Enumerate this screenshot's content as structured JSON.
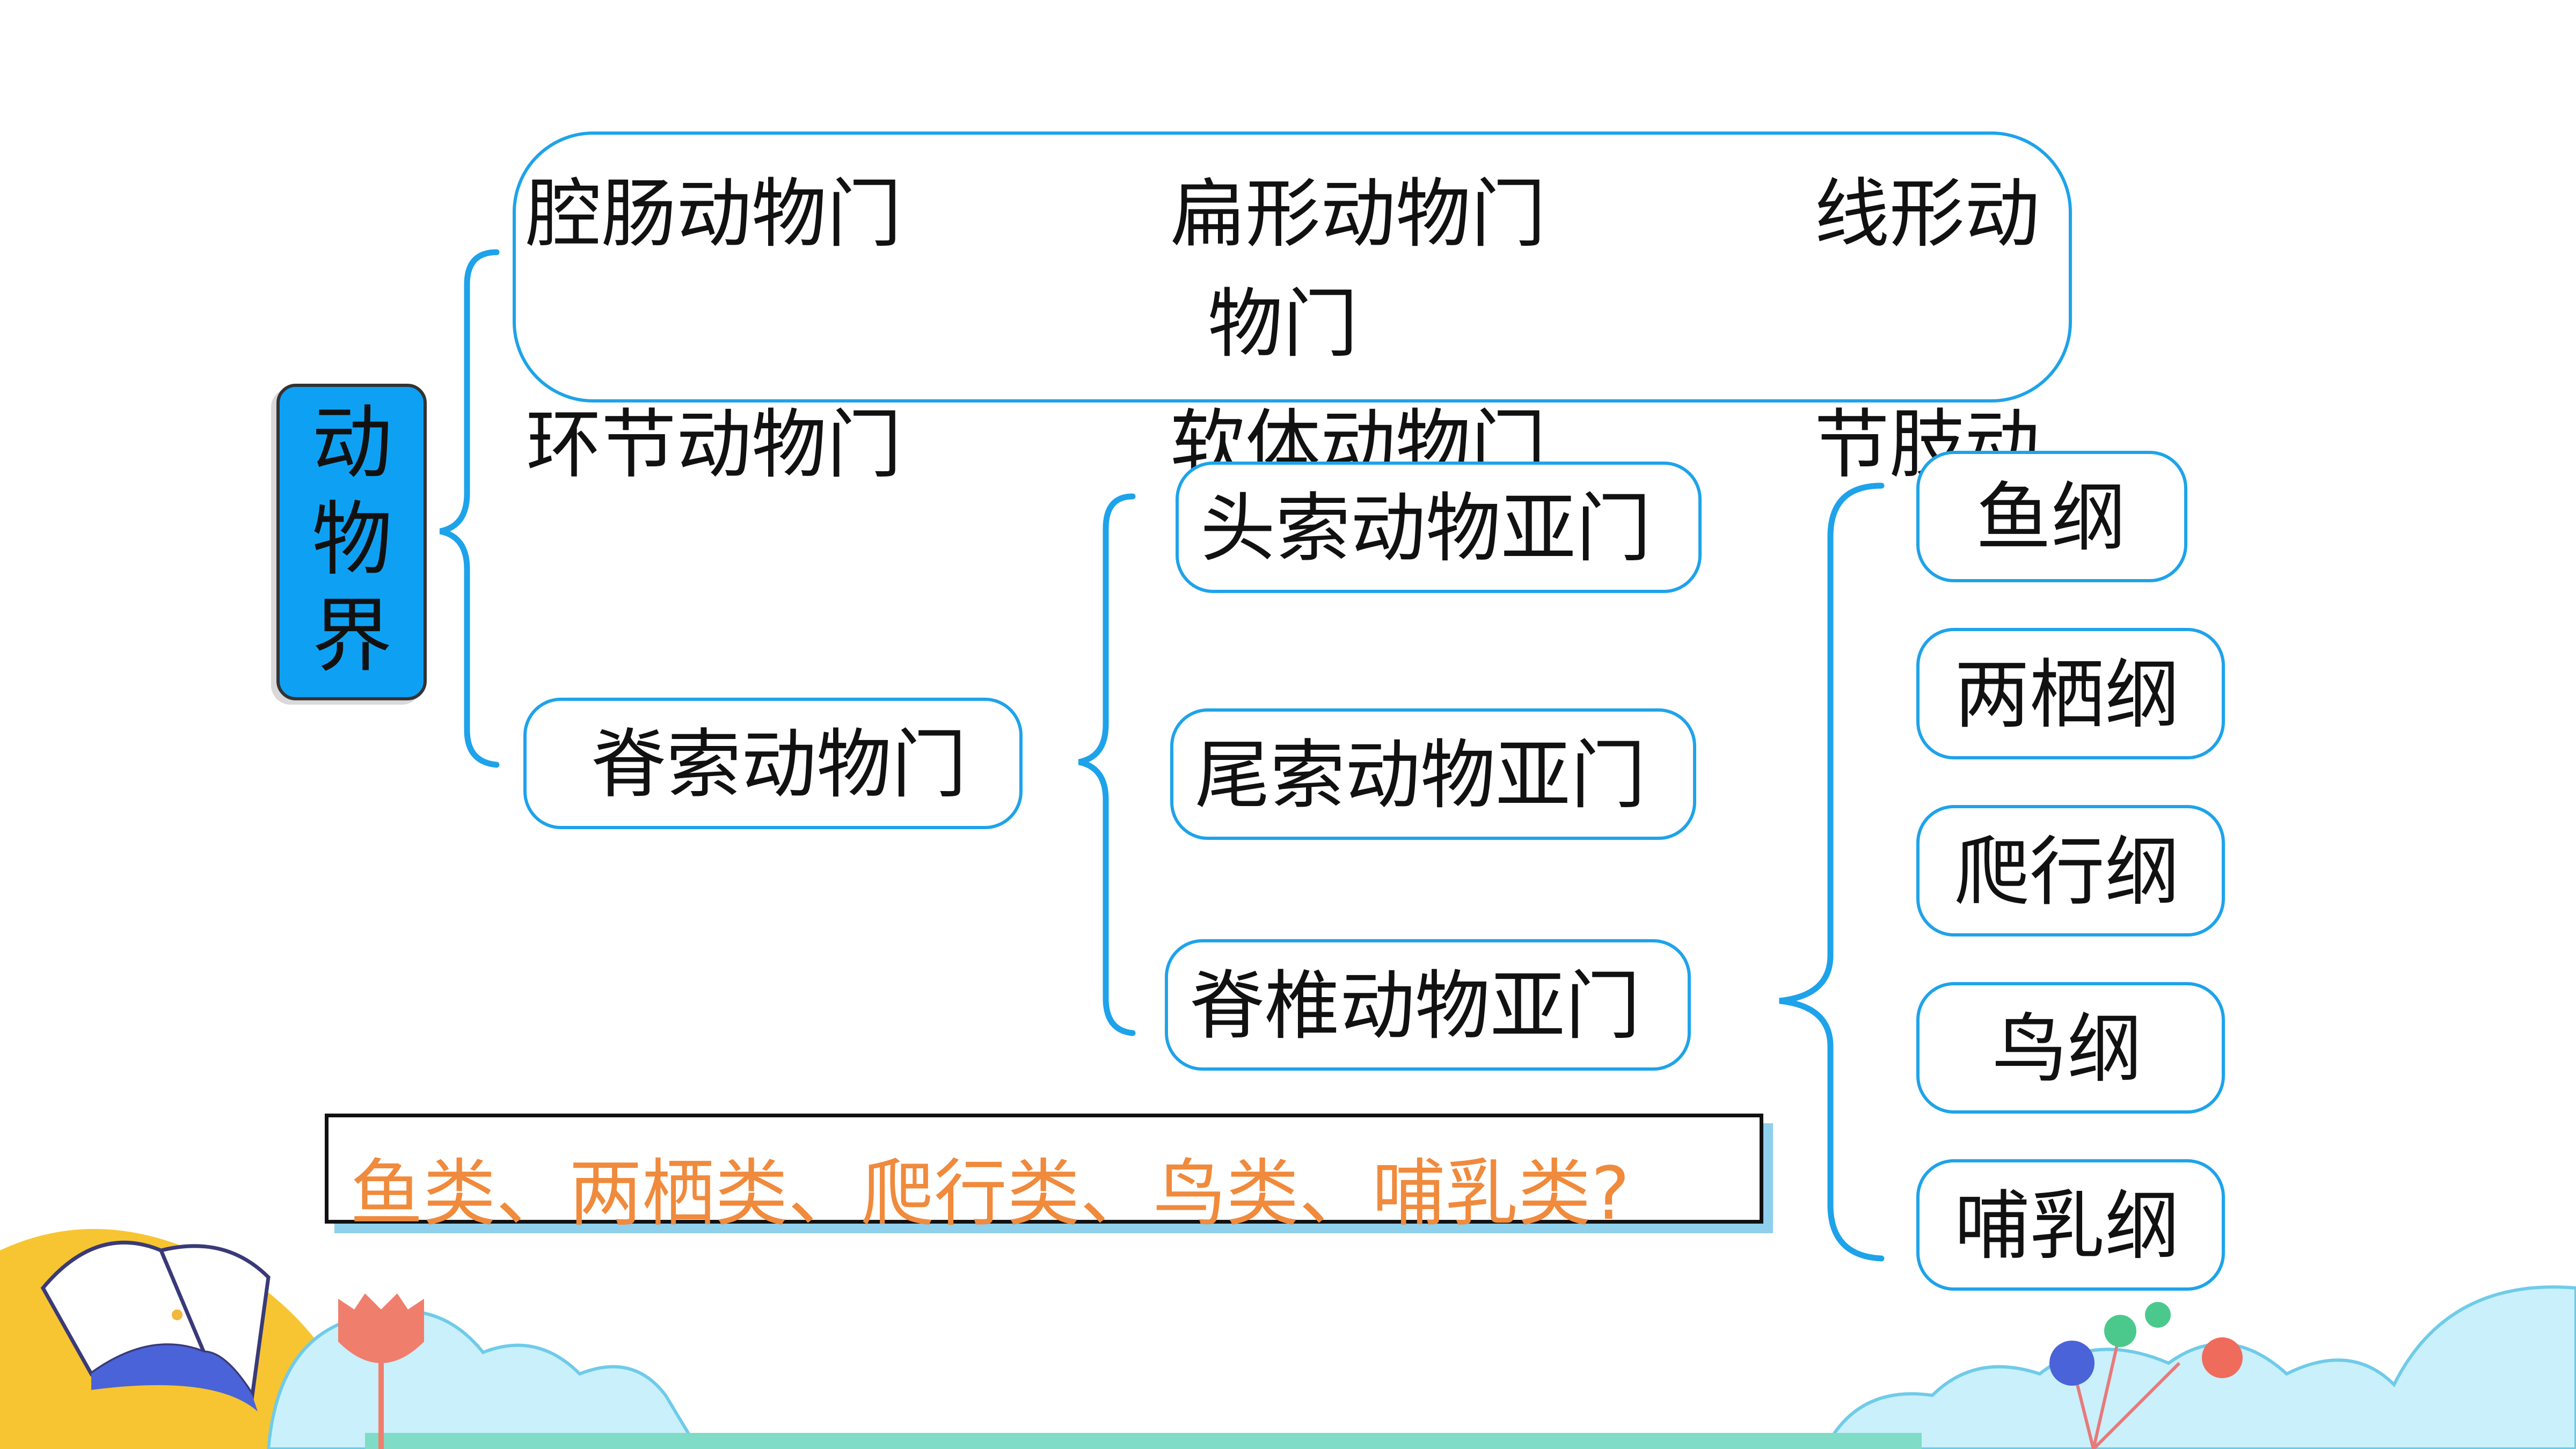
{
  "root": {
    "chars": [
      "动",
      "物",
      "界"
    ]
  },
  "invertebrate_rows": {
    "row1": [
      "腔肠动物门",
      "扁形动物门",
      "线形动",
      "物门"
    ],
    "row2": [
      "环节动物门",
      "软体动物门",
      "节肢动"
    ]
  },
  "chordata": {
    "label": "脊索动物门"
  },
  "subphyla": [
    {
      "label": "头索动物亚门"
    },
    {
      "label": "尾索动物亚门"
    },
    {
      "label": "脊椎动物亚门"
    }
  ],
  "classes": [
    {
      "label": "鱼纲"
    },
    {
      "label": "两栖纲"
    },
    {
      "label": "爬行纲"
    },
    {
      "label": "鸟纲"
    },
    {
      "label": "哺乳纲"
    }
  ],
  "question": {
    "text": "鱼类、两栖类、爬行类、鸟类、哺乳类?"
  },
  "colors": {
    "accent": "#1ea3ea",
    "root_fill": "#0ea1f3",
    "question_text": "#f08a3c"
  }
}
